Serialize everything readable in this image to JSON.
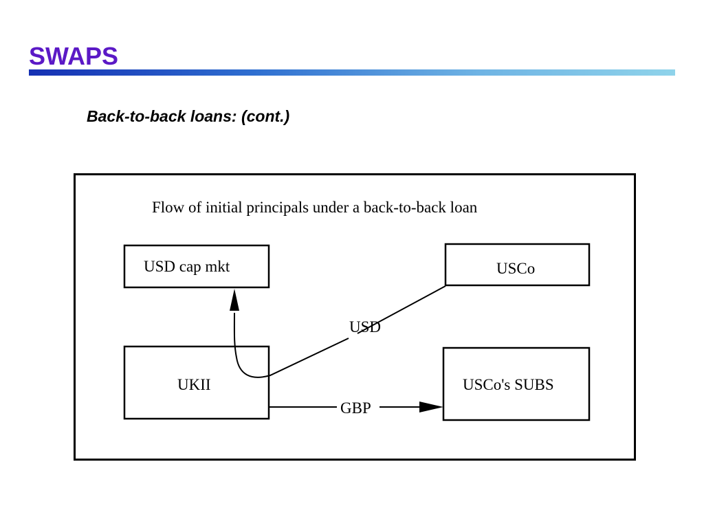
{
  "slide": {
    "title": "SWAPS",
    "subtitle": "Back-to-back loans: (cont.)",
    "accent_color": "#5b19c6"
  },
  "diagram": {
    "caption": "Flow of initial principals under a back-to-back loan",
    "nodes": {
      "usd_cap_mkt": "USD cap mkt",
      "usco": "USCo",
      "ukii": "UKII",
      "usco_subs": "USCo's SUBS"
    },
    "edges": {
      "usd_label": "USD",
      "gbp_label": "GBP"
    }
  }
}
